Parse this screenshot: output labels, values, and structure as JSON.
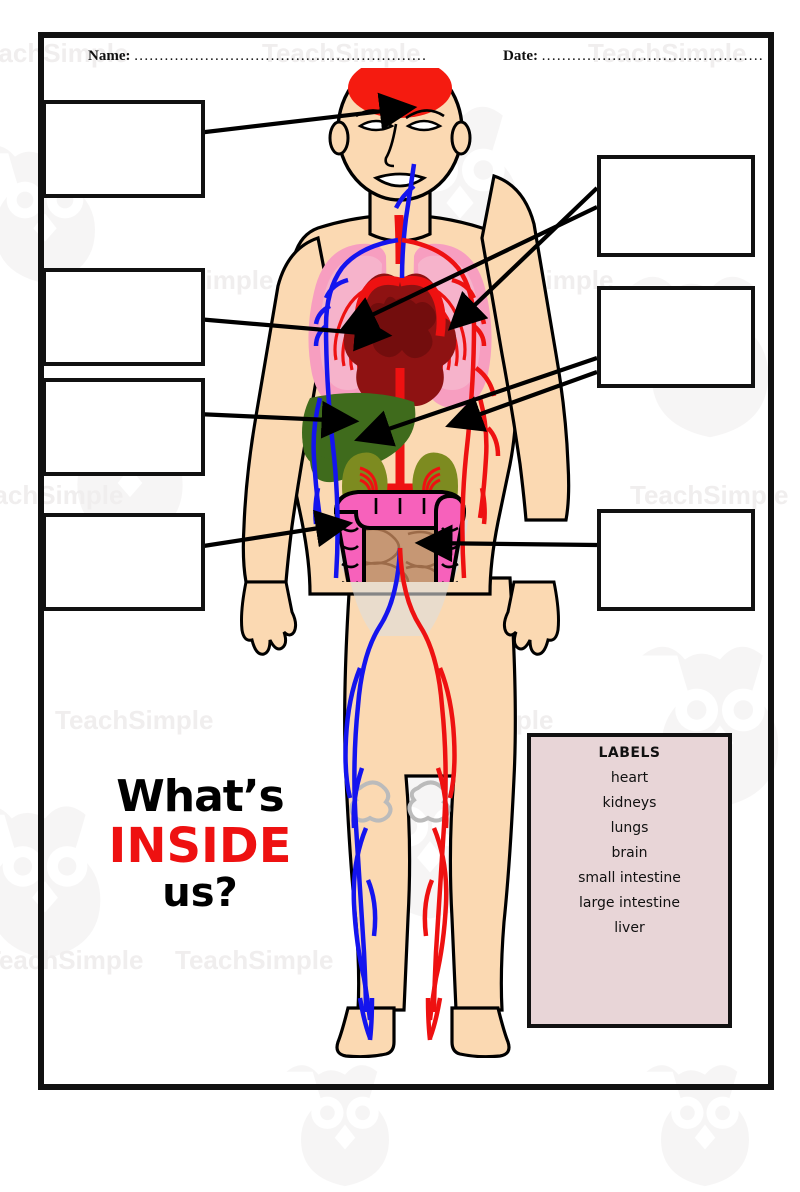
{
  "page": {
    "header": {
      "name_label": "Name:",
      "name_dots": "..........................................................",
      "date_label": "Date:",
      "date_dots": "............................................"
    },
    "title": {
      "line1": "What’s",
      "line2": "INSIDE",
      "line3": "us?",
      "accent_color": "#ee1111"
    },
    "labels_panel": {
      "heading": "LABELS",
      "background_color": "#e8d5d7",
      "words": [
        "heart",
        "kidneys",
        "lungs",
        "brain",
        "small intestine",
        "large intestine",
        "liver"
      ]
    },
    "answer_boxes": {
      "left": [
        {
          "id": "left-box-1",
          "value": "",
          "points_to": "brain"
        },
        {
          "id": "left-box-2",
          "value": "",
          "points_to": "heart"
        },
        {
          "id": "left-box-3",
          "value": "",
          "points_to": "liver"
        },
        {
          "id": "left-box-4",
          "value": "",
          "points_to": "large intestine"
        }
      ],
      "right": [
        {
          "id": "right-box-1",
          "value": "",
          "points_to": "lungs"
        },
        {
          "id": "right-box-2",
          "value": "",
          "points_to": "kidneys"
        },
        {
          "id": "right-box-3",
          "value": "",
          "points_to": "small intestine"
        }
      ]
    },
    "diagram": {
      "alt": "front view of a human body showing internal organs and the circulatory system",
      "organs": [
        {
          "name": "brain",
          "color": "#f51b10"
        },
        {
          "name": "lungs",
          "color": "#f79ec0"
        },
        {
          "name": "heart",
          "color": "#8e1212"
        },
        {
          "name": "liver",
          "color": "#3f6b1c"
        },
        {
          "name": "kidneys",
          "color": "#7d8b20"
        },
        {
          "name": "large intestine",
          "color": "#f761bb"
        },
        {
          "name": "small intestine",
          "color": "#c69774"
        }
      ],
      "vessels": [
        {
          "name": "veins",
          "color": "#1414ee"
        },
        {
          "name": "arteries",
          "color": "#ee1111"
        }
      ],
      "skin_color": "#fbd9b2"
    },
    "watermark": {
      "text": "TeachSimple",
      "color": "#f0eeee"
    }
  }
}
